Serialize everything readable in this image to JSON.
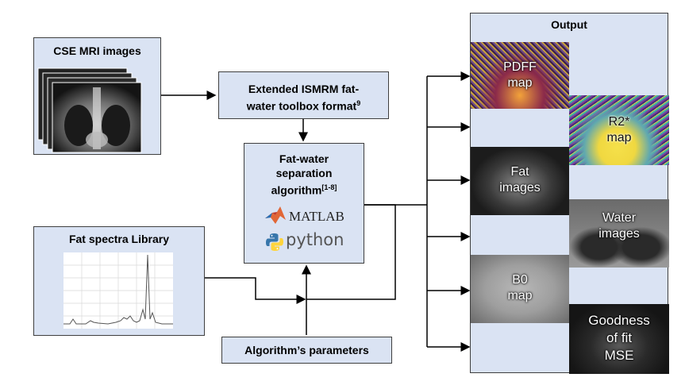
{
  "cse": {
    "title": "CSE MRI images"
  },
  "ismrm": {
    "line1": "Extended ISMRM fat-",
    "line2": "water toolbox format",
    "sup": "9"
  },
  "algorithm": {
    "line1": "Fat-water",
    "line2": "separation",
    "line3": "algorithm",
    "sup": "[1-8]",
    "matlab": "MATLAB",
    "python": "python"
  },
  "fat_spectra": {
    "title": "Fat spectra Library"
  },
  "params": {
    "label": "Algorithm’s parameters"
  },
  "output": {
    "title": "Output",
    "maps": [
      {
        "line1": "PDFF",
        "line2": "map"
      },
      {
        "line1": "R2*",
        "line2": "map"
      },
      {
        "line1": "Fat",
        "line2": "images"
      },
      {
        "line1": "Water",
        "line2": "images"
      },
      {
        "line1": "B0",
        "line2": "map"
      },
      {
        "line1": "Goodness",
        "line2": "of fit",
        "line3": "MSE"
      }
    ]
  },
  "colors": {
    "box_fill": "#dae3f3",
    "border": "#3f3f3f",
    "matlab_orange": "#e16737",
    "python_blue": "#3776ab",
    "python_yellow": "#ffd43b"
  }
}
